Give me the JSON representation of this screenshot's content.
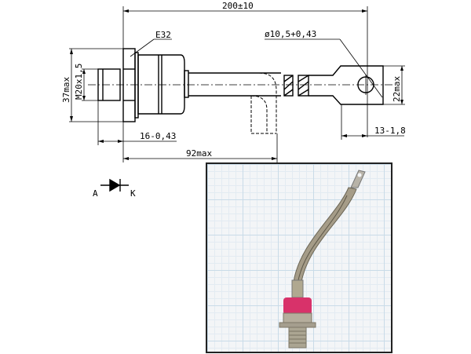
{
  "drawing": {
    "dim_overall_length": "200±10",
    "dim_hex": "E32",
    "dim_hole": "ø10,5+0,43",
    "dim_height": "37max",
    "dim_thread": "M20x1,5",
    "dim_lug_width": "22max",
    "dim_thread_length": "16-0,43",
    "dim_body_length": "92max",
    "dim_lug_length": "13-1,8"
  },
  "symbol": {
    "anode": "A",
    "cathode": "K"
  },
  "colors": {
    "cap": "#d8326a",
    "metal": "#a9a08c"
  }
}
